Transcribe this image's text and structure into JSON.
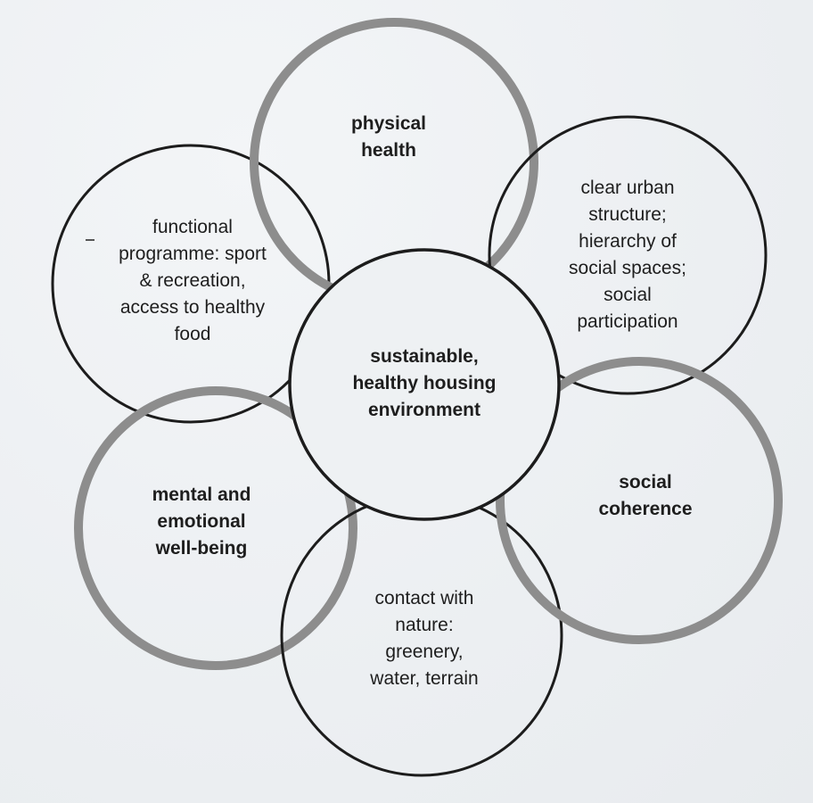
{
  "diagram": {
    "center": {
      "text": "sustainable,\nhealthy housing\nenvironment"
    },
    "petals": [
      {
        "id": "physical-health",
        "text": "physical\nhealth",
        "bold": true,
        "ring": "grey"
      },
      {
        "id": "clear-urban-structure",
        "text": "clear urban\nstructure;\nhierarchy of\nsocial spaces;\nsocial\nparticipation",
        "bold": false,
        "ring": "dark"
      },
      {
        "id": "social-coherence",
        "text": "social\ncoherence",
        "bold": true,
        "ring": "grey"
      },
      {
        "id": "contact-with-nature",
        "text": "contact with\nnature:\ngreenery,\nwater, terrain",
        "bold": false,
        "ring": "dark"
      },
      {
        "id": "mental-emotional",
        "text": "mental and\nemotional\nwell-being",
        "bold": true,
        "ring": "grey"
      },
      {
        "id": "functional-programme",
        "text": "functional\nprogramme: sport\n& recreation,\naccess to healthy\nfood",
        "bold": false,
        "ring": "dark"
      }
    ],
    "colors": {
      "dark_ring": "#1c1c1c",
      "grey_ring": "#8d8d8d",
      "background": "#eef1f3"
    }
  }
}
